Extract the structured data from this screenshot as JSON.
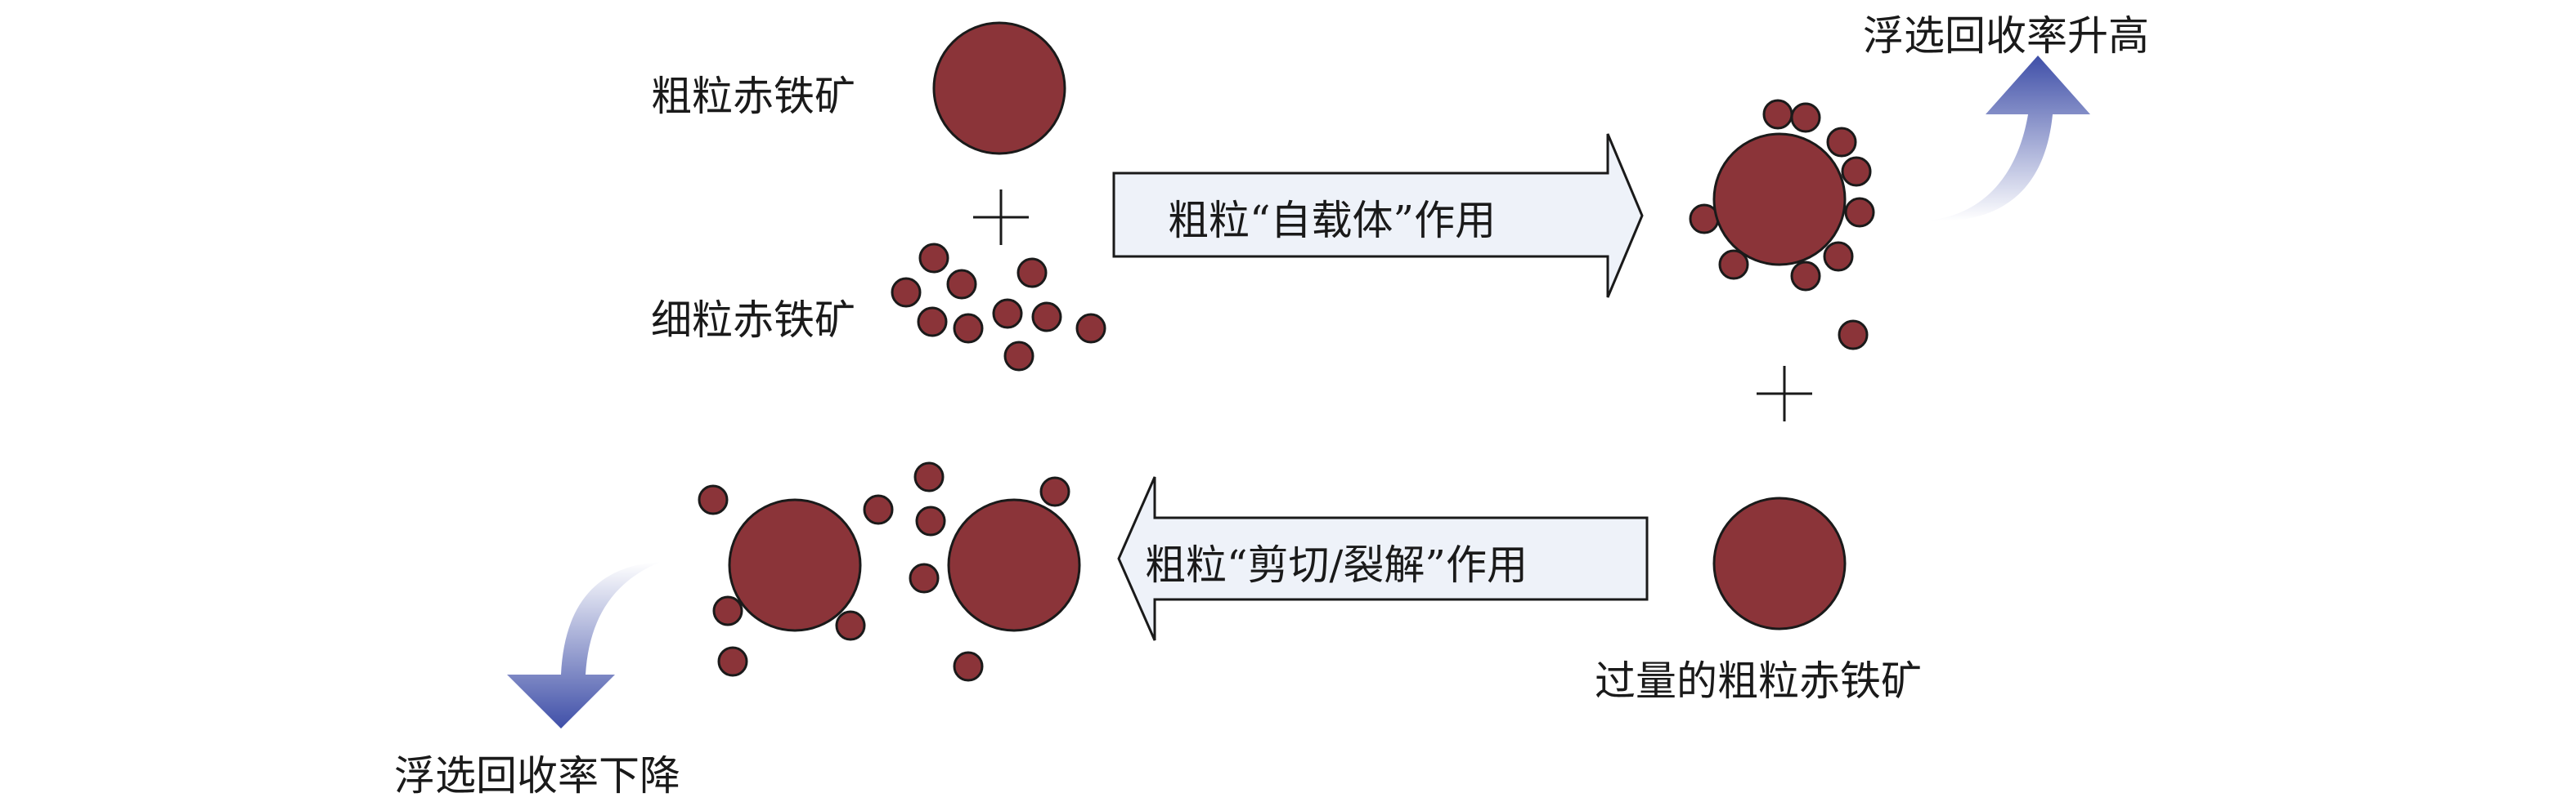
{
  "labels": {
    "coarse_hematite": "粗粒赤铁矿",
    "fine_hematite": "细粒赤铁矿",
    "excess_coarse_hematite": "过量的粗粒赤铁矿",
    "recovery_up": "浮选回收率升高",
    "recovery_down": "浮选回收率下降"
  },
  "arrows": {
    "carrier_effect": "粗粒“自载体”作用",
    "shear_effect": "粗粒“剪切/裂解”作用"
  },
  "colors": {
    "particle_fill": "#8b3439",
    "particle_stroke": "#1a1a1a",
    "arrow_fill": "#eef2f9",
    "curved_arrow_top": "#3f4fa8",
    "curved_arrow_bottom": "#ffffff"
  }
}
